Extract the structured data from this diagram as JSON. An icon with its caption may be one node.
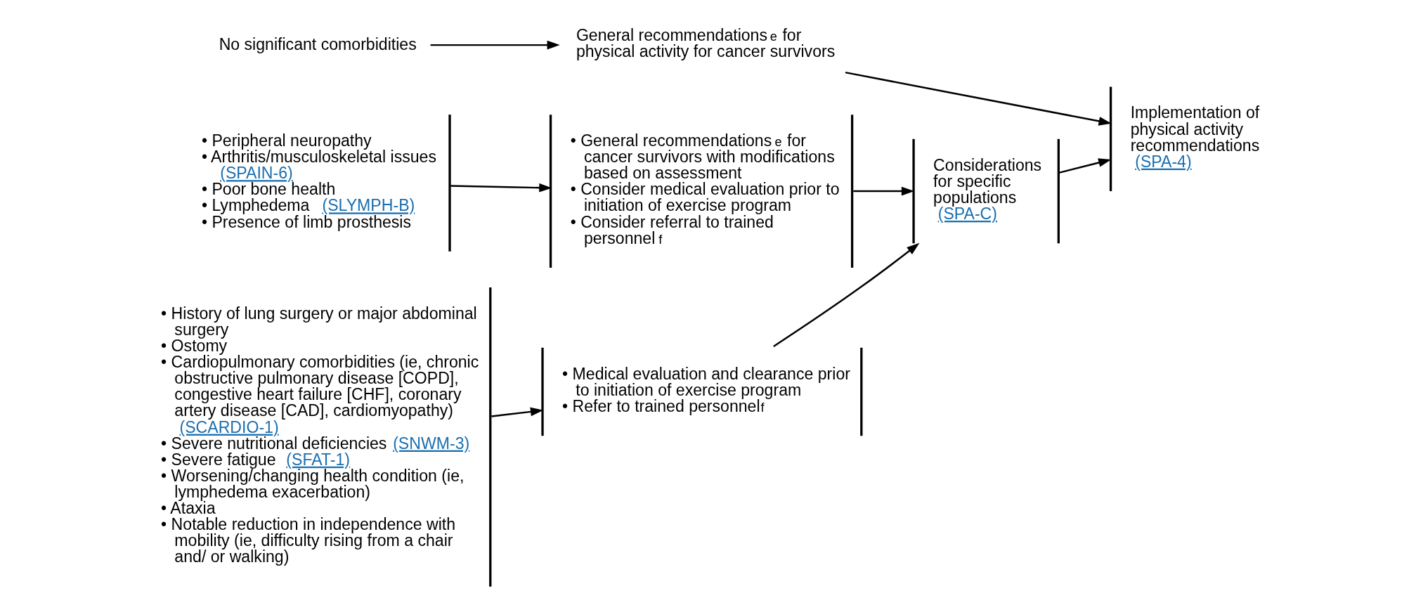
{
  "diagram": {
    "nodes": [
      {
        "text": [
          "No significant comorbidities"
        ]
      },
      {
        "text": [
          "General recommendations$^{e}$ for physical activity for cancer survivors"
        ]
      },
      {
        "text": [
          "• Peripheral neuropathy",
          "• Arthritis/musculoskeletal issues (SPAIN-6)",
          "• Poor bone health",
          "• Lymphedema (SLYMPH-B)",
          "• Presence of limb prosthesis"
        ]
      },
      {
        "text": [
          "• General recommendations$^{e}$ for cancer survivors with modifications based on assessment",
          "• Consider medical evaluation prior to initiation of exercise program",
          "• Consider referral to trained personnel$^{f}$"
        ]
      },
      {
        "text": [
          "• History of lung surgery or major abdominal surgery",
          "• Ostomy",
          "• Cardiopulmonary comorbidities (ie, chronic obstructive pulmonary disease [COPD], congestive heart failure [CHF], coronary artery disease [CAD], cardiomyopathy) (SCARDIO-1)",
          "• Severe nutritional deficiencies (SNWM-3)",
          "• Severe fatigue (SFAT-1)",
          "• Worsening/changing health condition (ie, lymphedema exacerbation)",
          "• Ataxia",
          "• Notable reduction in independence with mobility (ie, difficulty rising from a chair and/ or walking)"
        ]
      },
      {
        "text": [
          "• Medical evaluation and clearance prior to initiation of exercise program",
          "• Refer to trained personnel$^{f}$"
        ]
      },
      {
        "text": [
          "Considerations for specific populations (SPA-C)"
        ]
      },
      {
        "text": [
          "Implementation of physical activity recommendations (SPA-4)"
        ]
      }
    ],
    "edges": [
      {
        "from": 0,
        "to": 1,
        "arrow": "to"
      },
      {
        "from": 1,
        "to": 7,
        "arrow": "to"
      },
      {
        "from": 2,
        "to": 3,
        "arrow": "to"
      },
      {
        "from": 4,
        "to": 5,
        "arrow": "to"
      },
      {
        "from": 3,
        "to": 6,
        "arrow": "to"
      },
      {
        "from": 5,
        "to": 6,
        "arrow": "to"
      },
      {
        "from": 6,
        "to": 7,
        "arrow": "to"
      }
    ]
  }
}
